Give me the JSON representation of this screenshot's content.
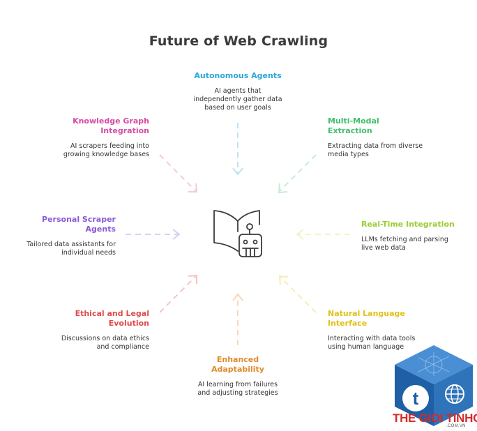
{
  "title": "Future of Web Crawling",
  "nodes": {
    "autonomous": {
      "title": "Autonomous Agents",
      "desc": "AI agents that\nindependently gather data\nbased on user goals",
      "color": "#2aa7d6"
    },
    "multimodal": {
      "title": "Multi-Modal\nExtraction",
      "desc": "Extracting data from diverse\nmedia types",
      "color": "#3fbf6a"
    },
    "realtime": {
      "title": "Real-Time Integration",
      "desc": "LLMs fetching and parsing\nlive web data",
      "color": "#9acd32"
    },
    "natural": {
      "title": "Natural Language\nInterface",
      "desc": "Interacting with data tools\nusing human language",
      "color": "#e0c21a"
    },
    "adaptability": {
      "title": "Enhanced\nAdaptability",
      "desc": "AI learning from failures\nand adjusting strategies",
      "color": "#e08a2a"
    },
    "ethical": {
      "title": "Ethical and Legal\nEvolution",
      "desc": "Discussions on data ethics\nand compliance",
      "color": "#e04a4a"
    },
    "personal": {
      "title": "Personal Scraper\nAgents",
      "desc": "Tailored data assistants for\nindividual needs",
      "color": "#8a5ad6"
    },
    "knowledge": {
      "title": "Knowledge Graph\nIntegration",
      "desc": "AI scrapers feeding into\ngrowing knowledge bases",
      "color": "#d64aa6"
    }
  },
  "center_icon": "book-robot-icon",
  "watermark": {
    "brand": "THE GIOI TINHOC",
    "sub": ".COM.VN",
    "logo_icon": "cube-t-globe-icon"
  }
}
